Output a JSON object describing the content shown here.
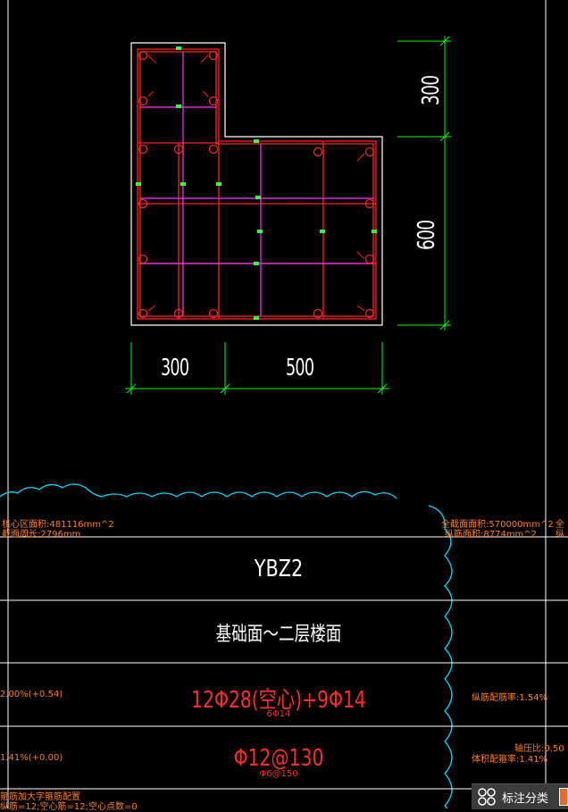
{
  "drawing": {
    "dims": {
      "top_vertical": "300",
      "bottom_vertical": "600",
      "left_horizontal": "300",
      "right_horizontal": "500"
    },
    "table": {
      "name": "YBZ2",
      "range": "基础面～二层楼面",
      "longitudinal": "12Φ28(空心)+9Φ14",
      "longitudinal_sub": "6Φ14",
      "stirrup": "Φ12@130",
      "stirrup_sub": "Φ6@150"
    },
    "notes": {
      "left_top_1": "核心区面积:481116mm^2",
      "left_top_2": "截面周长:2796mm",
      "right_top_1": "全截面面积:570000mm^2",
      "right_top_2": "纵筋面积:8774mm^2",
      "right_edge_1": "全",
      "right_edge_2": "纵",
      "left_mid_1": "2.00%(+0.54)",
      "right_mid_1": "纵筋配筋率:1.54%",
      "left_low_1": "1.41%(+0.00)",
      "right_low_1": "轴压比:0.50",
      "right_low_2": "体积配箍率:1.41%",
      "left_bottom_1": "箍筋加大字箍筋配置",
      "left_bottom_2": "纵筋=12;空心筋=12;空心点数=0"
    }
  },
  "statusbar": {
    "label": "标注分类",
    "icon": "grid-icon"
  },
  "colors": {
    "background": "#000000",
    "outline": "#ffffff",
    "rebar": "#ff2020",
    "tie": "#ff30ff",
    "dim": "#00ff00",
    "cloud": "#00d8ff",
    "note": "#ff7f1f"
  }
}
